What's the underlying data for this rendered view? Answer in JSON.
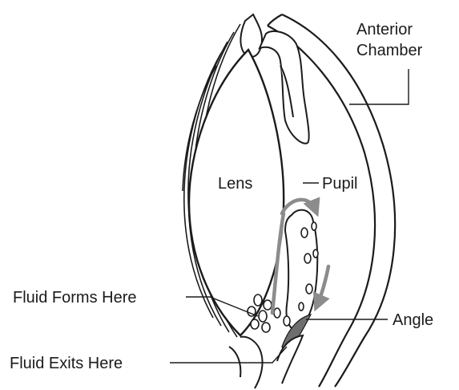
{
  "labels": {
    "anterior_line1": "Anterior",
    "anterior_line2": "Chamber",
    "lens": "Lens",
    "pupil": "Pupil",
    "fluid_forms": "Fluid Forms Here",
    "angle": "Angle",
    "fluid_exits": "Fluid Exits Here"
  },
  "colors": {
    "ink": "#1b1b1b",
    "flow_arrow": "#8c8c8c",
    "angle_fill": "#6e6e6e"
  }
}
